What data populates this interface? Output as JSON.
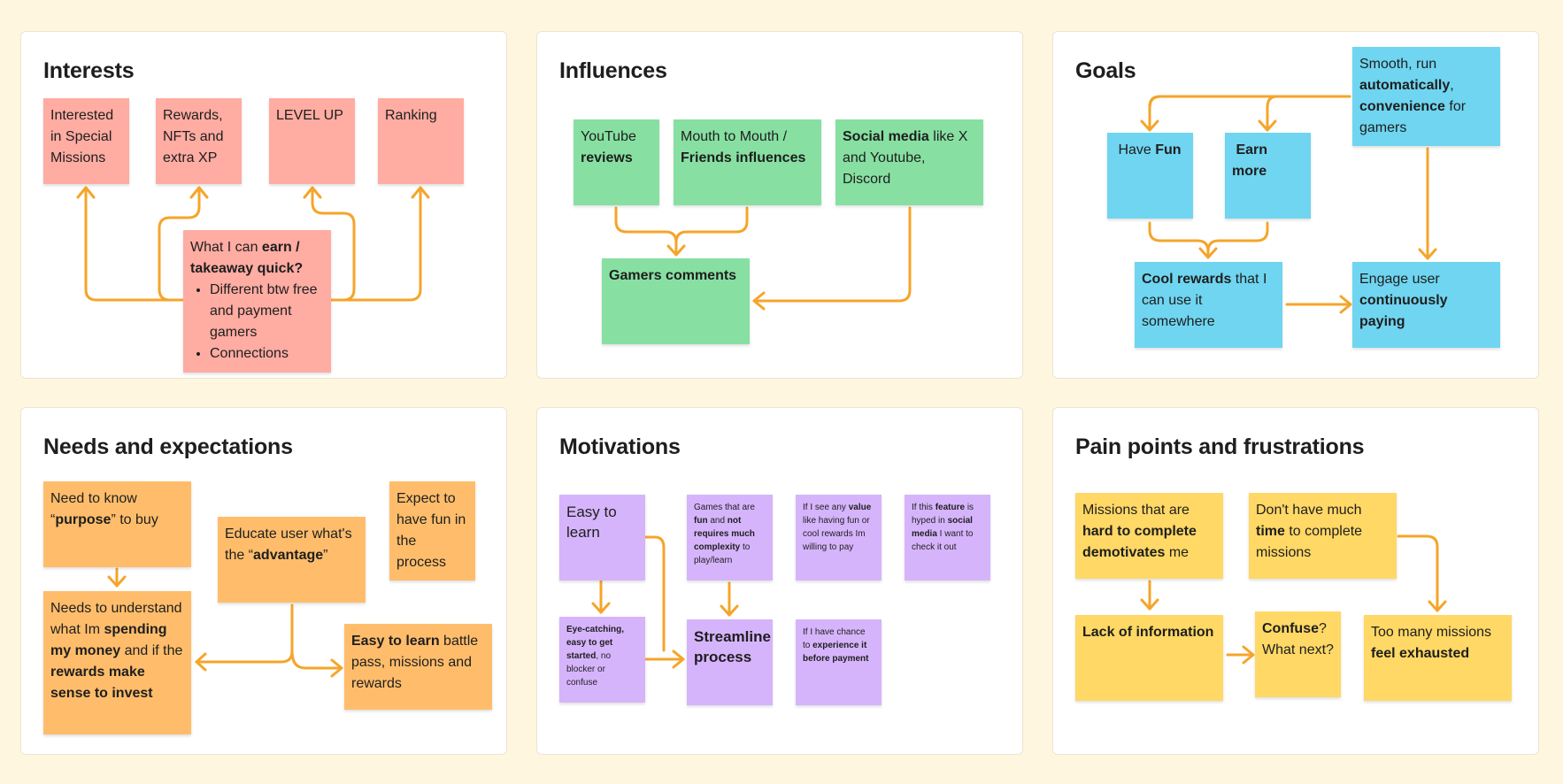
{
  "colors": {
    "background": "#fef6df",
    "arrow": "#f5a52a",
    "pink": "#ffaca2",
    "green": "#87e0a2",
    "blue": "#6fd5f0",
    "orange": "#ffbd6b",
    "purple": "#d6b4fc",
    "yellow": "#ffd866"
  },
  "interests": {
    "title": "Interests",
    "n1": "Interested in Special Missions",
    "n2": "Rewards, NFTs and extra XP",
    "n3": "LEVEL UP",
    "n4": "Ranking",
    "center": {
      "a": "What I can ",
      "b": "earn / takeaway quick?",
      "bullet1": "Different btw free and payment gamers",
      "bullet2": "Connections"
    }
  },
  "influences": {
    "title": "Influences",
    "n1": {
      "a": "YouTube ",
      "b": "reviews"
    },
    "n2": {
      "a": "Mouth to Mouth / ",
      "b": "Friends influences"
    },
    "n3": {
      "b": "Social media",
      "a": " like X and Youtube, Discord"
    },
    "n4": "Gamers comments"
  },
  "goals": {
    "title": "Goals",
    "smooth": {
      "a": "Smooth, run ",
      "b1": "automatically",
      "c": ", ",
      "b2": "convenience",
      "d": " for gamers"
    },
    "fun": {
      "a": "Have ",
      "b": "Fun"
    },
    "earn": "Earn more",
    "cool": {
      "b": "Cool rewards",
      "a": " that I can use it somewhere"
    },
    "engage": {
      "a": "Engage user ",
      "b": "continuously paying"
    }
  },
  "needs": {
    "title": "Needs and expectations",
    "purpose": {
      "a": "Need to know “",
      "b": "purpose",
      "c": "” to buy"
    },
    "understand": {
      "a": "Needs to understand what Im ",
      "b1": "spending my money",
      "c": " and if the ",
      "b2": "rewards make sense to invest"
    },
    "educate": {
      "a": "Educate user what's the “",
      "b": "advantage",
      "c": "”"
    },
    "fun": "Expect to have fun in the process",
    "easy": {
      "b": "Easy to learn",
      "a": " battle pass, missions and rewards"
    }
  },
  "motivations": {
    "title": "Motivations",
    "easy": "Easy to learn",
    "games": {
      "a": "Games that are ",
      "b1": "fun",
      "c": " and ",
      "b2": "not requires much complexity",
      "d": " to play/learn"
    },
    "value": {
      "a": "If I see any ",
      "b": "value",
      "c": " like having fun or cool rewards Im willing to pay"
    },
    "feature": {
      "a": "If this ",
      "b1": "feature",
      "c": " is hyped in ",
      "b2": "social media",
      "d": " I want to check it out"
    },
    "eye": {
      "b": "Eye-catching, easy to get started",
      "a": ", no blocker or confuse"
    },
    "streamline": "Streamline process",
    "chance": {
      "a": "If I have chance to ",
      "b": "experience it before payment"
    }
  },
  "pain": {
    "title": "Pain points and frustrations",
    "hard": {
      "a": "Missions that are ",
      "b": "hard to complete demotivates",
      "c": " me"
    },
    "time": {
      "a": "Don't have much ",
      "b": "time",
      "c": " to complete missions"
    },
    "lack": "Lack of information",
    "confuse": {
      "b": "Confuse",
      "a": "? What next?"
    },
    "many": {
      "a": "Too many missions ",
      "b": "feel exhausted"
    }
  }
}
